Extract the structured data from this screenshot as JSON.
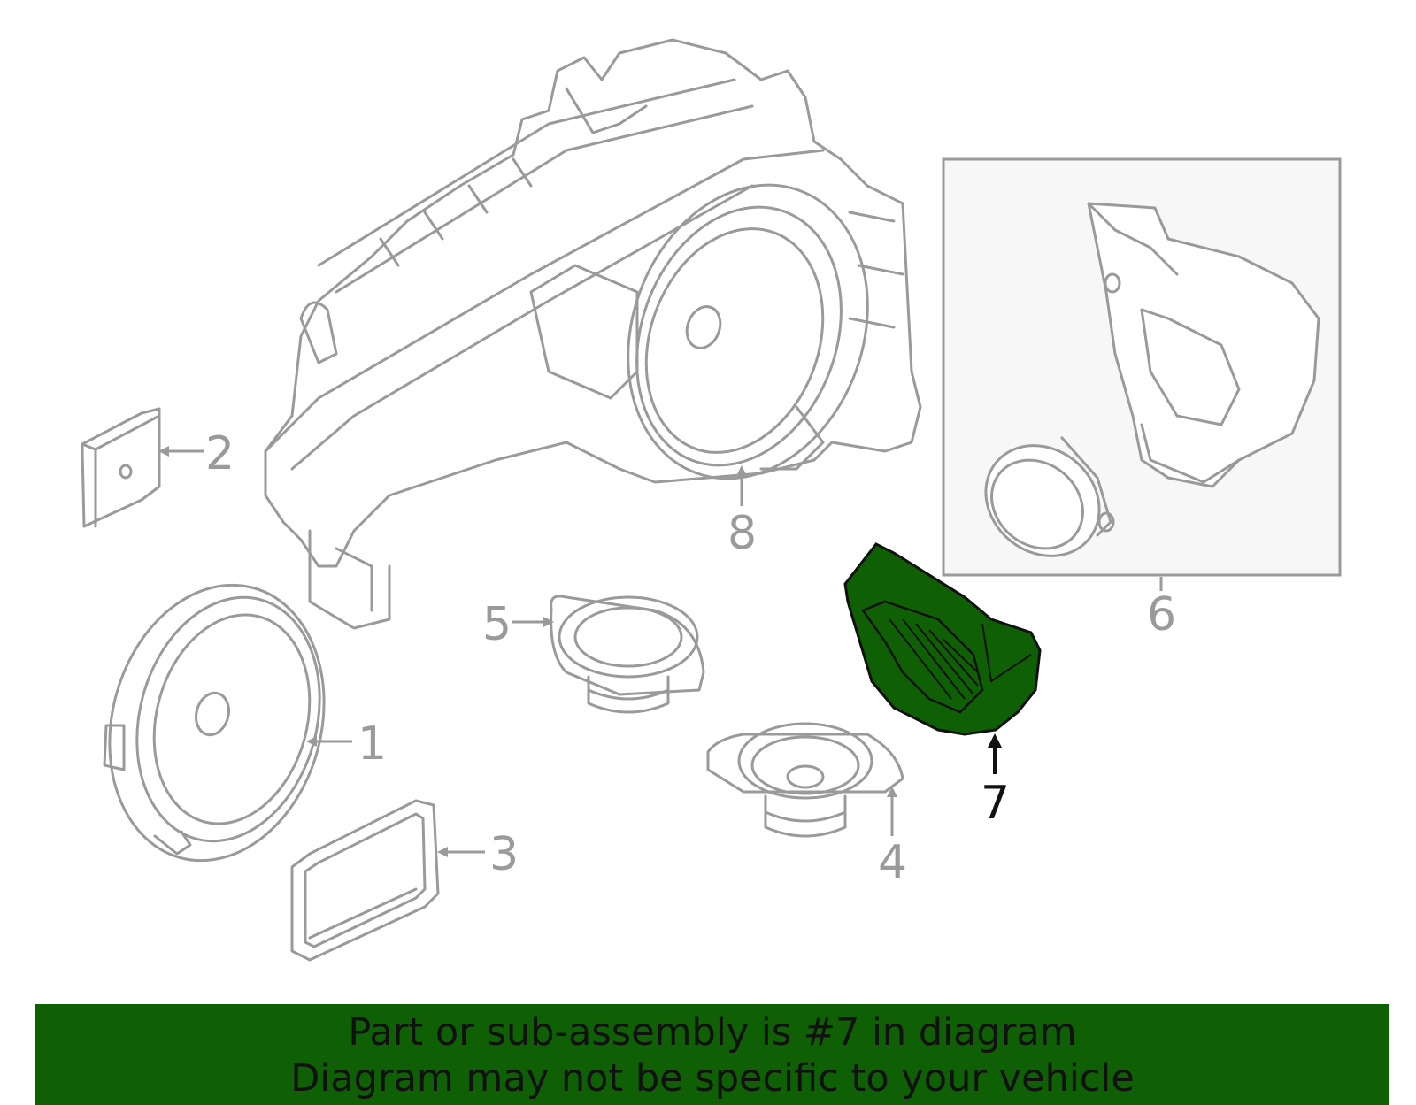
{
  "callouts": [
    {
      "id": "1",
      "label": "1",
      "highlighted": false
    },
    {
      "id": "2",
      "label": "2",
      "highlighted": false
    },
    {
      "id": "3",
      "label": "3",
      "highlighted": false
    },
    {
      "id": "4",
      "label": "4",
      "highlighted": false
    },
    {
      "id": "5",
      "label": "5",
      "highlighted": false
    },
    {
      "id": "6",
      "label": "6",
      "highlighted": false
    },
    {
      "id": "7",
      "label": "7",
      "highlighted": true
    },
    {
      "id": "8",
      "label": "8",
      "highlighted": false
    }
  ],
  "banner": {
    "line1": "Part or sub-assembly is #7 in diagram",
    "line2": "Diagram may not be specific to your vehicle"
  },
  "colors": {
    "highlight_part": "#0f5f05",
    "banner_background": "#0f5f05",
    "line_art": "#9a9a9a",
    "active_text": "#111111"
  }
}
